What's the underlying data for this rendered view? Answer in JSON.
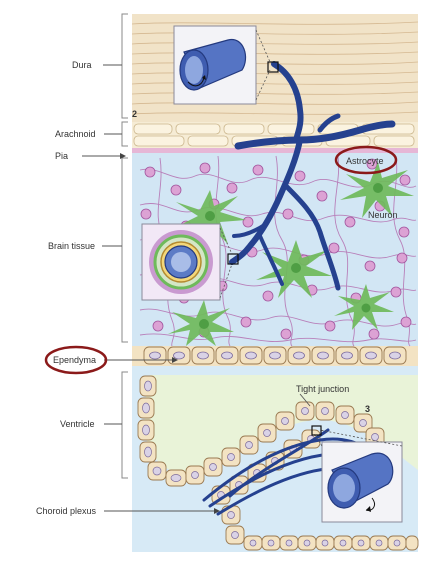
{
  "labels": {
    "dura": "Dura",
    "arachnoid": "Arachnoid",
    "pia": "Pia",
    "brain_tissue": "Brain tissue",
    "ependyma": "Ependyma",
    "ventricle": "Ventricle",
    "choroid_plexus": "Choroid plexus",
    "astrocyte": "Astrocyte",
    "neuron": "Neuron",
    "tight_junction": "Tight junction",
    "marker_2": "2",
    "marker_3": "3"
  },
  "colors": {
    "dura": "#f1e3c8",
    "dura_stripe": "#d2b48c",
    "arachnoid": "#f6ecd5",
    "brain": "#d2e6f4",
    "astrocyte": "#6fba5b",
    "neuron": "#d79bcf",
    "vessel": "#25418f",
    "ependyma_cell": "#f3e3c3",
    "ventricle": "#e9f3d8",
    "csf": "#d7eaf6",
    "highlight_ring": "#8b1a1a"
  },
  "icons": [
    "blood-vessel-inset-icon",
    "capillary-cross-section-icon",
    "choroid-capillary-inset-icon"
  ]
}
